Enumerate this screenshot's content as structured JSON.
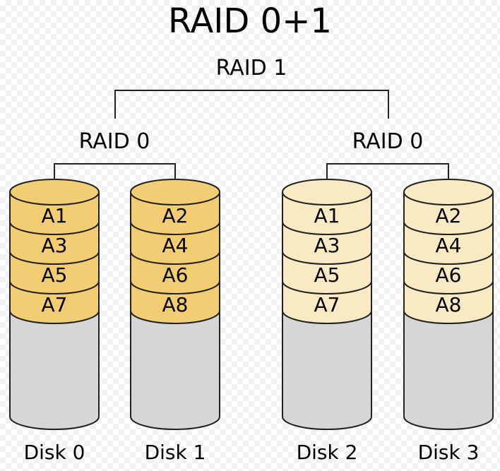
{
  "title": "RAID 0+1",
  "mirror_label": "RAID 1",
  "stripe_sets": [
    {
      "label": "RAID 0",
      "color": "#f2cd73",
      "disks": [
        {
          "name": "Disk 0",
          "blocks": [
            "A1",
            "A3",
            "A5",
            "A7"
          ]
        },
        {
          "name": "Disk 1",
          "blocks": [
            "A2",
            "A4",
            "A6",
            "A8"
          ]
        }
      ]
    },
    {
      "label": "RAID 0",
      "color": "#faeac4",
      "disks": [
        {
          "name": "Disk 2",
          "blocks": [
            "A1",
            "A3",
            "A5",
            "A7"
          ]
        },
        {
          "name": "Disk 3",
          "blocks": [
            "A2",
            "A4",
            "A6",
            "A8"
          ]
        }
      ]
    }
  ],
  "empty_color": "#d6d6d6",
  "stroke_color": "#222222"
}
